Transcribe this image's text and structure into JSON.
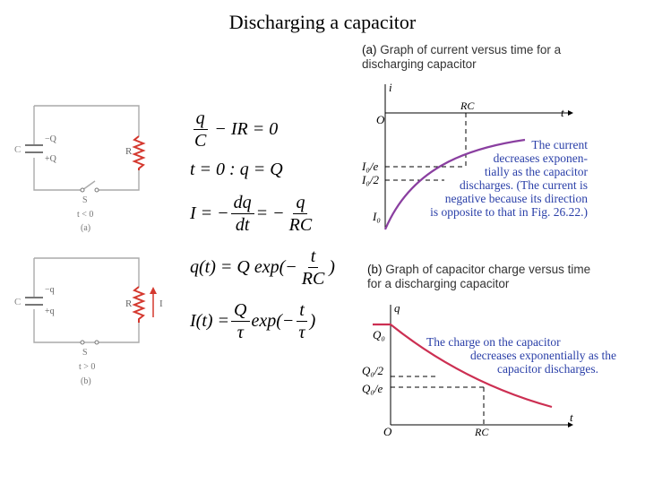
{
  "title": "Discharging a capacitor",
  "circuit_a": {
    "label_C": "C",
    "label_top": "−Q",
    "label_bottom": "+Q",
    "label_R": "R",
    "label_S": "S",
    "condition": "t < 0",
    "panel": "(a)"
  },
  "circuit_b": {
    "label_C": "C",
    "label_top": "−q",
    "label_bottom": "+q",
    "label_R": "R",
    "label_I": "I",
    "label_S": "S",
    "condition": "t > 0",
    "panel": "(b)"
  },
  "equations": {
    "eq1": {
      "num": "q",
      "den": "C",
      "rest": "− IR = 0"
    },
    "eq2": {
      "text": "t = 0 :   q = Q"
    },
    "eq3": {
      "lhs": "I = −",
      "num1": "dq",
      "den1": "dt",
      "mid": "= −",
      "num2": "q",
      "den2": "RC"
    },
    "eq4": {
      "lhs": "q(t) = Q exp(−",
      "num": "t",
      "den": "RC",
      "rhs": ")"
    },
    "eq5": {
      "lhs": "I(t) =",
      "num1": "Q",
      "den1": "τ",
      "mid": "exp(−",
      "num2": "t",
      "den2": "τ",
      "rhs": ")"
    }
  },
  "graph_a": {
    "caption_panel": "(a)",
    "caption_line1": "Graph of current versus time for a",
    "caption_line2": "discharging capacitor",
    "axis_i": "i",
    "axis_t": "t",
    "origin": "O",
    "rc_label": "RC",
    "tick_I0e": "I₀/e",
    "tick_I02": "I₀/2",
    "tick_I0": "I₀",
    "annotation": [
      "The current",
      "decreases exponen-",
      "tially as the capacitor",
      "discharges. (The current is",
      "negative because its direction",
      "is opposite to that in Fig. 26.22.)"
    ],
    "curve_color": "#8a3fa0"
  },
  "graph_b": {
    "caption_panel": "(b)",
    "caption_line1": "Graph of capacitor charge versus time",
    "caption_line2": "for a discharging capacitor",
    "axis_q": "q",
    "axis_t": "t",
    "origin": "O",
    "rc_label": "RC",
    "tick_Q0": "Q₀",
    "tick_Q02": "Q₀/2",
    "tick_Q0e": "Q₀/e",
    "annotation": [
      "The charge on the capacitor",
      "decreases exponentially as the",
      "capacitor discharges."
    ],
    "curve_color": "#cc2f52"
  },
  "colors": {
    "annotation_text": "#2a3fa8",
    "caption_panel": "#1a1a1a",
    "dashes": "#000000"
  }
}
